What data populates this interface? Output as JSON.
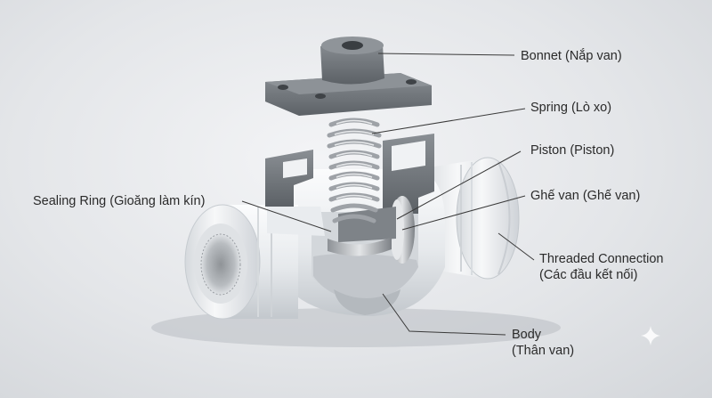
{
  "labels": {
    "bonnet": "Bonnet (Nắp van)",
    "spring": "Spring (Lò xo)",
    "piston": "Piston (Piston)",
    "seat": "Ghế van (Ghế van)",
    "thread_line1": "Threaded Connection",
    "thread_line2": "(Các đầu kết nối)",
    "sealing": "Sealing Ring (Gioăng làm kín)",
    "body_line1": "Body",
    "body_line2": "(Thân van)"
  },
  "colors": {
    "pvc_white": "#eef0f2",
    "pvc_shadow": "#c7cbd0",
    "grey_part": "#6e7378",
    "metal": "#b9bcc0",
    "leader": "#3a3a3a"
  }
}
